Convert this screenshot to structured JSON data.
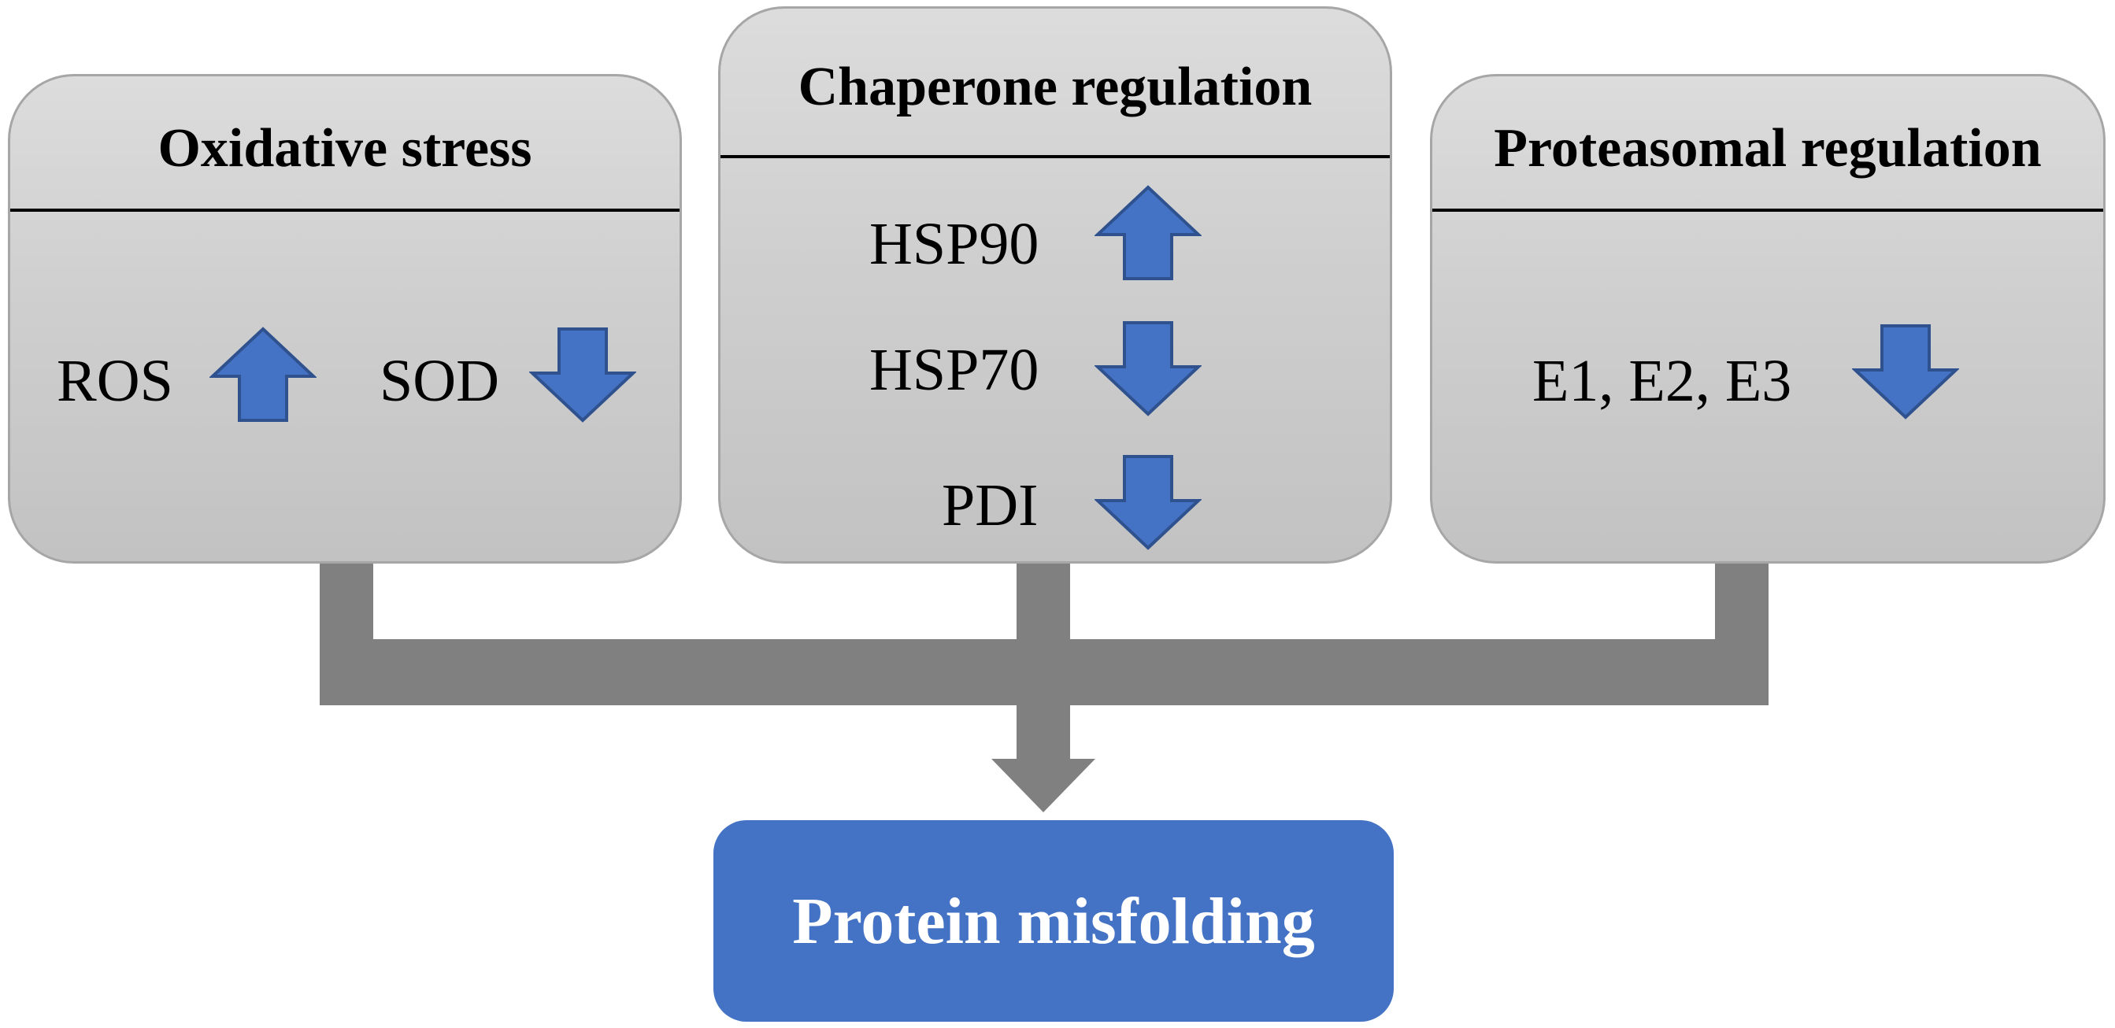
{
  "colors": {
    "arrow_fill": "#4472c4",
    "arrow_stroke": "#2f528f",
    "connector": "#808080",
    "outcome_fill": "#4472c4"
  },
  "boxes": {
    "oxidative": {
      "title": "Oxidative stress",
      "items": [
        {
          "label": "ROS",
          "direction": "up",
          "icon": "arrow-up-icon"
        },
        {
          "label": "SOD",
          "direction": "down",
          "icon": "arrow-down-icon"
        }
      ]
    },
    "chaperone": {
      "title": "Chaperone regulation",
      "items": [
        {
          "label": "HSP90",
          "direction": "up",
          "icon": "arrow-up-icon"
        },
        {
          "label": "HSP70",
          "direction": "down",
          "icon": "arrow-down-icon"
        },
        {
          "label": "PDI",
          "direction": "down",
          "icon": "arrow-down-icon"
        }
      ]
    },
    "proteasomal": {
      "title": "Proteasomal regulation",
      "items": [
        {
          "label": "E1, E2, E3",
          "direction": "down",
          "icon": "arrow-down-icon"
        }
      ]
    }
  },
  "outcome": {
    "label": "Protein misfolding"
  }
}
